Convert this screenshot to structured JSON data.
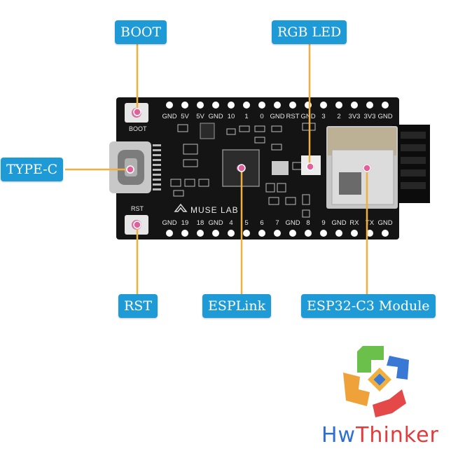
{
  "callouts": {
    "boot": "BOOT",
    "rgb_led": "RGB LED",
    "type_c": "TYPE-C",
    "rst": "RST",
    "esplink": "ESPLink",
    "esp32_module": "ESP32-C3 Module"
  },
  "board": {
    "silk_boot": "BOOT",
    "silk_rst": "RST",
    "silk_brand": "MUSE LAB",
    "top_pins": [
      "GND",
      "5V",
      "5V",
      "GND",
      "10",
      "1",
      "0",
      "GND",
      "RST",
      "GND",
      "3",
      "2",
      "3V3",
      "3V3",
      "GND"
    ],
    "bottom_pins": [
      "GND",
      "19",
      "18",
      "GND",
      "4",
      "5",
      "6",
      "7",
      "GND",
      "8",
      "9",
      "GND",
      "RX",
      "TX",
      "GND"
    ]
  },
  "brand": {
    "prefix": "Hw",
    "suffix": "Thinker"
  },
  "colors": {
    "callout_bg": "#1e9bd6",
    "leader_line": "#f0b040",
    "marker_dot": "#e0609a",
    "board": "#141414",
    "brand_blue": "#2f6fd0",
    "brand_red": "#e23b3b"
  }
}
